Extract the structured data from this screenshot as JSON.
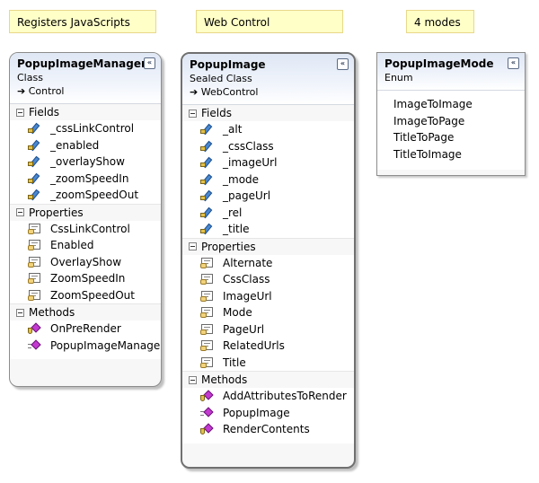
{
  "notes": {
    "registers": "Registers JavaScripts",
    "web_control": "Web Control",
    "modes": "4 modes"
  },
  "collapse_glyph": "«",
  "classes": {
    "manager": {
      "name": "PopupImageManager",
      "kind": "Class",
      "base": "➔ Control",
      "sections": {
        "fields": "Fields",
        "properties": "Properties",
        "methods": "Methods"
      },
      "fields": [
        "_cssLinkControl",
        "_enabled",
        "_overlayShow",
        "_zoomSpeedIn",
        "_zoomSpeedOut"
      ],
      "properties": [
        "CssLinkControl",
        "Enabled",
        "OverlayShow",
        "ZoomSpeedIn",
        "ZoomSpeedOut"
      ],
      "methods": [
        "OnPreRender",
        "PopupImageManager"
      ]
    },
    "image": {
      "name": "PopupImage",
      "kind": "Sealed Class",
      "base": "➔ WebControl",
      "sections": {
        "fields": "Fields",
        "properties": "Properties",
        "methods": "Methods"
      },
      "fields": [
        "_alt",
        "_cssClass",
        "_imageUrl",
        "_mode",
        "_pageUrl",
        "_rel",
        "_title"
      ],
      "properties": [
        "Alternate",
        "CssClass",
        "ImageUrl",
        "Mode",
        "PageUrl",
        "RelatedUrls",
        "Title"
      ],
      "methods": [
        "AddAttributesToRender",
        "PopupImage",
        "RenderContents"
      ]
    },
    "mode": {
      "name": "PopupImageMode",
      "kind": "Enum",
      "values": [
        "ImageToImage",
        "ImageToPage",
        "TitleToPage",
        "TitleToImage"
      ]
    }
  },
  "icons": {
    "field": "field-icon",
    "property": "property-icon",
    "method": "method-icon",
    "constructor": "constructor-icon",
    "collapse": "collapse-icon",
    "section_toggle": "section-toggle-icon"
  },
  "colors": {
    "note_fill": "#ffffc8",
    "header_gradient_top": "#dfe7f5",
    "field_icon": "#4a88cf",
    "method_icon": "#c23ad0"
  }
}
